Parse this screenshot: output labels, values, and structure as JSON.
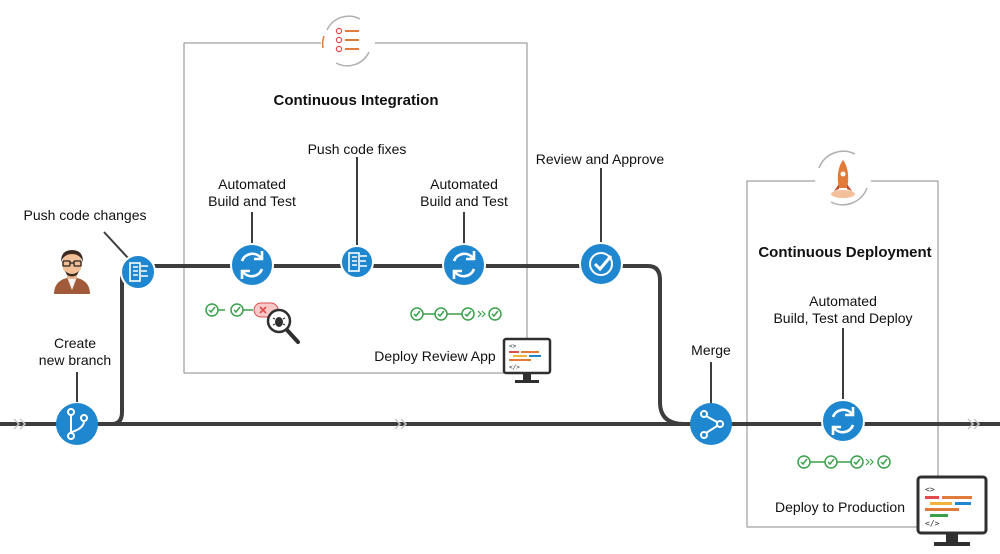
{
  "colors": {
    "accent": "#1f87cf",
    "track": "#3d3d3d",
    "check": "#3aa14a",
    "fail": "#e24b4b",
    "box_border": "#8a8a8a"
  },
  "ci": {
    "title": "Continuous Integration"
  },
  "cd": {
    "title": "Continuous Deployment"
  },
  "labels": {
    "push_changes": "Push code changes",
    "create_branch_1": "Create",
    "create_branch_2": "new branch",
    "auto_build_1": "Automated",
    "auto_build_2": "Build and Test",
    "push_fixes": "Push code fixes",
    "review_approve": "Review and Approve",
    "deploy_review": "Deploy Review App",
    "merge": "Merge",
    "cd_auto_1": "Automated",
    "cd_auto_2": "Build, Test and Deploy",
    "deploy_prod": "Deploy to Production"
  },
  "icons": {
    "developer": "developer-avatar-icon",
    "branch": "git-branch-icon",
    "merge": "git-merge-icon",
    "sync": "refresh-cycle-icon",
    "list": "checklist-icon",
    "approve": "checkmark-approve-icon",
    "monitor": "code-monitor-icon",
    "bug": "bug-magnifier-icon",
    "rocket": "rocket-launch-icon"
  }
}
